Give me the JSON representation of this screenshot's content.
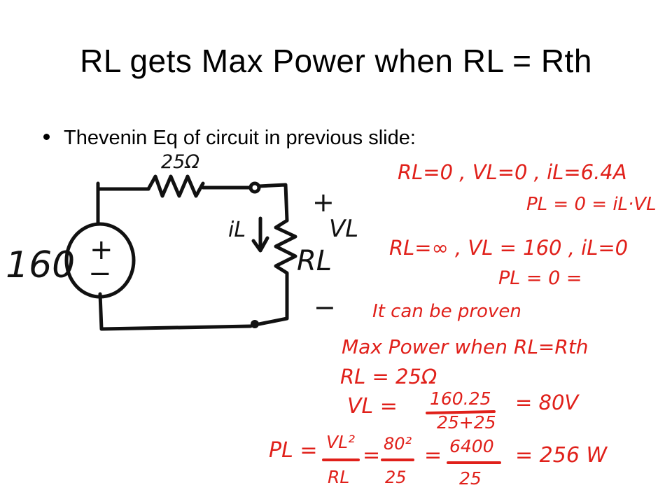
{
  "slide": {
    "title": "RL gets Max Power when RL = Rth",
    "bullet": "Thevenin Eq of circuit in previous slide:"
  },
  "circuit": {
    "resistor_label": "25Ω",
    "source_value": "160",
    "source_plus": "+",
    "source_minus": "−",
    "current_label": "iL",
    "load_label": "RL",
    "vl_plus": "+",
    "vl_label": "VL",
    "vl_minus": "−"
  },
  "notes": {
    "line1": "RL=0 , VL=0 , iL=6.4A",
    "line2": "PL = 0 = iL·VL",
    "line3": "RL=∞ , VL = 160 , iL=0",
    "line4": "PL = 0 =",
    "line5": "It can be proven",
    "line6": "Max Power when RL=Rth",
    "line7": "RL = 25Ω",
    "line8_lhs": "VL =",
    "line8_num": "160.25",
    "line8_den": "25+25",
    "line8_rhs": "= 80V",
    "line9_lhs": "PL =",
    "line9_f1_num": "VL²",
    "line9_f1_den": "RL",
    "line9_eq1": "=",
    "line9_f2_num": "80²",
    "line9_f2_den": "25",
    "line9_eq2": "=",
    "line9_f3_num": "6400",
    "line9_f3_den": "25",
    "line9_rhs": "= 256 W"
  },
  "colors": {
    "text": "#000000",
    "ink_black": "#111111",
    "ink_red": "#e0201a",
    "background": "#ffffff"
  }
}
